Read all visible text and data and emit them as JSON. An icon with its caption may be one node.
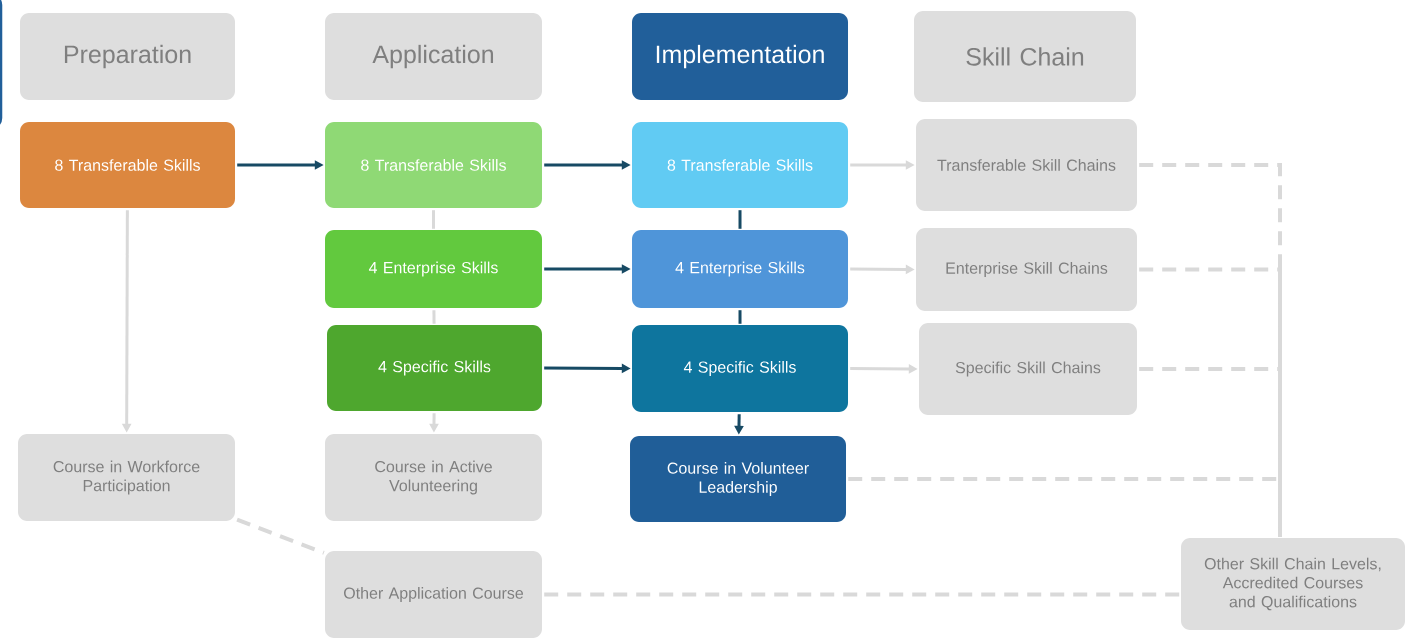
{
  "diagram": {
    "nodes": [
      {
        "text": [
          "Preparation"
        ]
      },
      {
        "text": [
          "Application"
        ]
      },
      {
        "text": [
          "Implementation"
        ]
      },
      {
        "text": [
          "Skill Chain"
        ]
      },
      {
        "text": [
          "8 Transferable Skills"
        ]
      },
      {
        "text": [
          "8 Transferable Skills"
        ]
      },
      {
        "text": [
          "8 Transferable Skills"
        ]
      },
      {
        "text": [
          "Transferable Skill Chains"
        ]
      },
      {
        "text": [
          "4 Enterprise Skills"
        ]
      },
      {
        "text": [
          "4 Enterprise Skills"
        ]
      },
      {
        "text": [
          "Enterprise Skill Chains"
        ]
      },
      {
        "text": [
          "4 Specific Skills"
        ]
      },
      {
        "text": [
          "4 Specific Skills"
        ]
      },
      {
        "text": [
          "Specific Skill Chains"
        ]
      },
      {
        "text": [
          "Course in Workforce Participation"
        ]
      },
      {
        "text": [
          "Course in Active Volunteering"
        ]
      },
      {
        "text": [
          "Course in Volunteer Leadership"
        ]
      },
      {
        "text": [
          "Other Application Course"
        ]
      },
      {
        "text": [
          "Other Skill Chain Levels, Accredited Courses and Qualifications"
        ]
      }
    ],
    "edges": [
      {
        "from": 4,
        "to": 5,
        "arrow": "to",
        "color": "#174a64"
      },
      {
        "from": 5,
        "to": 6,
        "arrow": "to",
        "color": "#174a64"
      },
      {
        "from": 8,
        "to": 9,
        "arrow": "to",
        "color": "#174a64"
      },
      {
        "from": 11,
        "to": 12,
        "arrow": "to",
        "color": "#174a64"
      },
      {
        "from": 6,
        "to": 9,
        "arrow": "none",
        "color": "#174a64"
      },
      {
        "from": 9,
        "to": 12,
        "arrow": "none",
        "color": "#174a64"
      },
      {
        "from": 12,
        "to": 16,
        "arrow": "to",
        "color": "#174a64"
      },
      {
        "from": 6,
        "to": 7,
        "arrow": "to"
      },
      {
        "from": 9,
        "to": 10,
        "arrow": "to"
      },
      {
        "from": 12,
        "to": 13,
        "arrow": "to"
      },
      {
        "from": 4,
        "to": 14,
        "arrow": "to"
      },
      {
        "from": 5,
        "to": 8,
        "arrow": "none"
      },
      {
        "from": 8,
        "to": 11,
        "arrow": "none"
      },
      {
        "from": 11,
        "to": 15,
        "arrow": "to"
      },
      {
        "from": 14,
        "to": 17,
        "arrow": "none",
        "style": "dashed"
      },
      {
        "from": 17,
        "to": 18,
        "arrow": "none",
        "style": "dashed"
      },
      {
        "from": 7,
        "to": 18,
        "arrow": "none",
        "style": "dashed"
      },
      {
        "from": 10,
        "to": 18,
        "arrow": "none",
        "style": "dashed"
      },
      {
        "from": 13,
        "to": 18,
        "arrow": "none",
        "style": "dashed"
      },
      {
        "from": 16,
        "to": 18,
        "arrow": "none",
        "style": "dashed"
      }
    ]
  }
}
